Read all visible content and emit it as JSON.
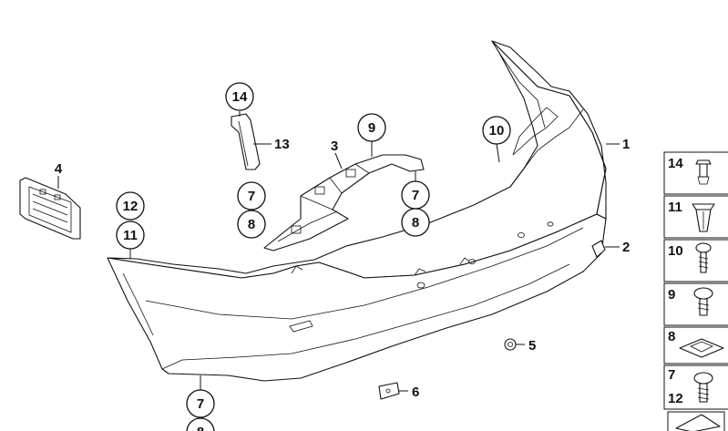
{
  "parts": {
    "p1": "1",
    "p2": "2",
    "p3": "3",
    "p4": "4",
    "p5": "5",
    "p6": "6",
    "p7": "7",
    "p8": "8",
    "p9": "9",
    "p10": "10",
    "p11": "11",
    "p12": "12",
    "p13": "13",
    "p14": "14"
  },
  "sidebar": {
    "items": [
      "14",
      "11",
      "10",
      "9",
      "8",
      "7",
      "12"
    ]
  }
}
